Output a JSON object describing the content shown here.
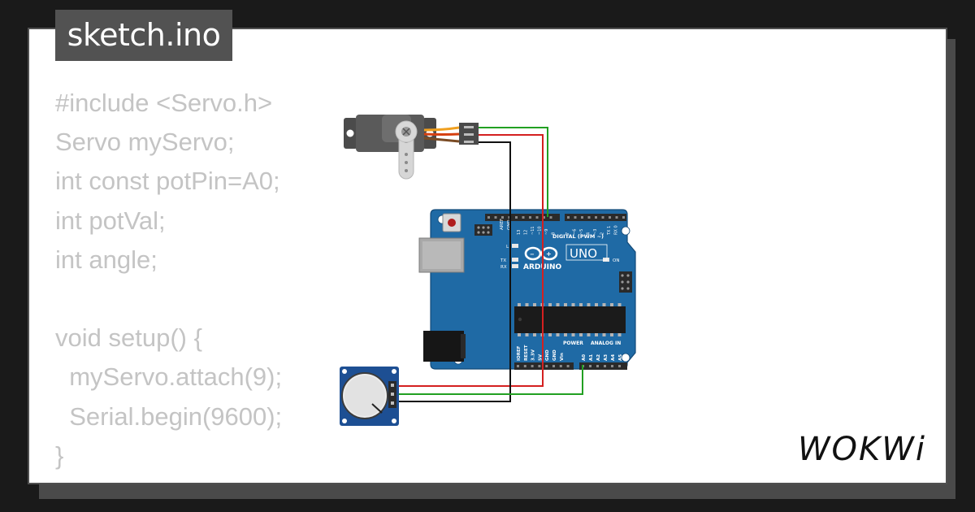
{
  "file_tab": {
    "label": "sketch.ino"
  },
  "code_lines": [
    "#include <Servo.h>",
    "Servo myServo;",
    "int const potPin=A0;",
    "int potVal;",
    "int angle;",
    "",
    "void setup() {",
    "  myServo.attach(9);",
    "  Serial.begin(9600);",
    "}"
  ],
  "arduino": {
    "brand": "ARDUINO",
    "model": "UNO",
    "digital_header": "DIGITAL (PWM ~)",
    "power_header": "POWER",
    "analog_header": "ANALOG IN",
    "aref": "AREF",
    "gnd": "GND",
    "on": "ON",
    "l": "L",
    "tx": "TX",
    "rx": "RX",
    "power_pins": [
      "IOREF",
      "RESET",
      "3.3V",
      "5V",
      "GND",
      "GND",
      "Vin"
    ],
    "analog_pins": [
      "A0",
      "A1",
      "A2",
      "A3",
      "A4",
      "A5"
    ],
    "digital_pins": [
      "13",
      "12",
      "~11",
      "~10",
      "~9",
      "8",
      "7",
      "~6",
      "~5",
      "4",
      "~3",
      "2",
      "TX 1",
      "RX 0"
    ]
  },
  "wires": {
    "signal_color": "#22a022",
    "power_color": "#d42020",
    "ground_color": "#111111"
  },
  "logo": {
    "text": "WOKWi"
  }
}
